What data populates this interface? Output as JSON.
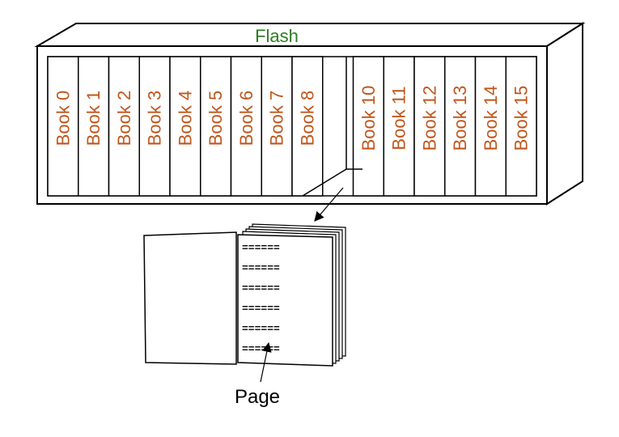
{
  "flash": {
    "label": "Flash",
    "label_color": "#2e7d22"
  },
  "books": [
    {
      "label": "Book 0"
    },
    {
      "label": "Book 1"
    },
    {
      "label": "Book 2"
    },
    {
      "label": "Book 3"
    },
    {
      "label": "Book 4"
    },
    {
      "label": "Book 5"
    },
    {
      "label": "Book 6"
    },
    {
      "label": "Book 7"
    },
    {
      "label": "Book 8"
    },
    {
      "label": ""
    },
    {
      "label": "Book 10"
    },
    {
      "label": "Book 11"
    },
    {
      "label": "Book 12"
    },
    {
      "label": "Book 13"
    },
    {
      "label": "Book 14"
    },
    {
      "label": "Book 15"
    }
  ],
  "book_label_color": "#c0561c",
  "page": {
    "label": "Page",
    "text_lines": [
      "======",
      "======",
      "======",
      "======",
      "======",
      "======"
    ]
  }
}
